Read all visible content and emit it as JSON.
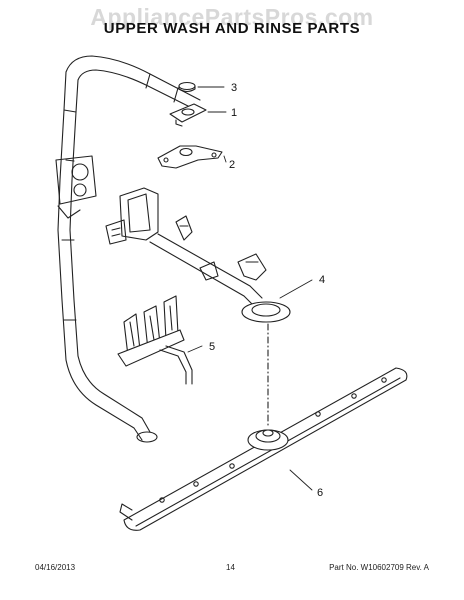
{
  "watermark": "AppliancePartsPros.com",
  "title": "UPPER WASH AND RINSE PARTS",
  "callouts": [
    "3",
    "1",
    "2",
    "4",
    "5",
    "6"
  ],
  "footer": {
    "date": "04/16/2013",
    "page": "14",
    "part": "Part No. W10602709 Rev. A"
  }
}
